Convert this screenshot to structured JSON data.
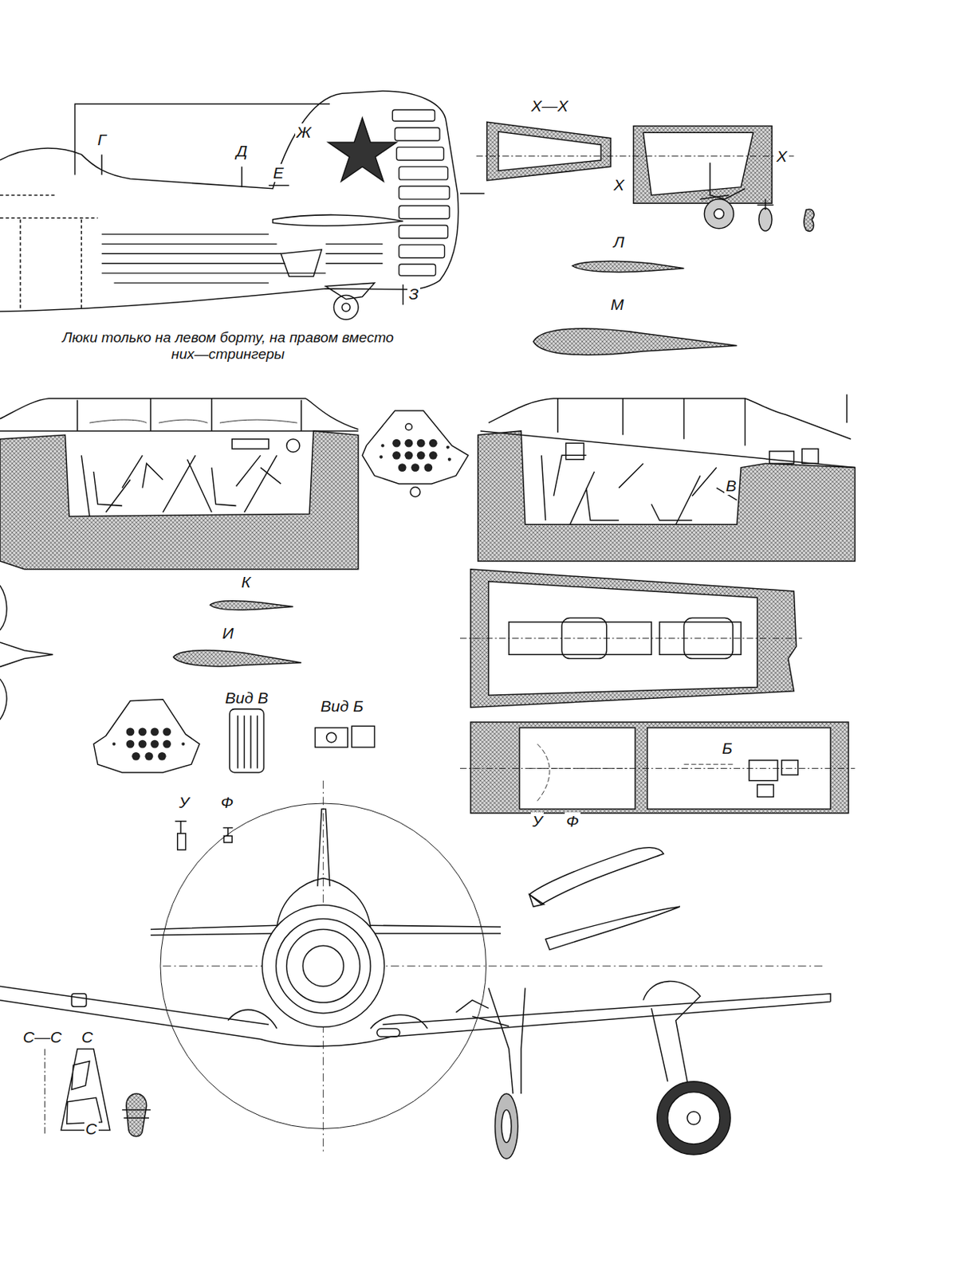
{
  "diagram": {
    "labels": [
      "Х—Х",
      "Г",
      "Д",
      "Ж",
      "Е",
      "Х",
      "Х",
      "Л",
      "М",
      "З",
      "Люки только на левом борту, на правом вместо них—стрингеры",
      "В",
      "К",
      "И",
      "Вид В",
      "Вид Б",
      "Б",
      "У",
      "Ф",
      "У",
      "Ф",
      "С—С",
      "С",
      "С"
    ]
  }
}
